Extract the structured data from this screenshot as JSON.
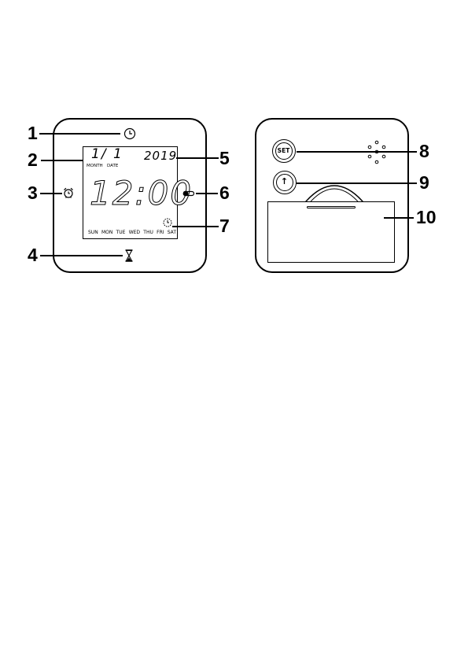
{
  "front": {
    "date_display": "1/ 1",
    "month_label": "MONTH",
    "date_label": "DATE",
    "year_display": "2019",
    "time_display": "12:00",
    "weekdays": [
      "SUN",
      "MON",
      "TUE",
      "WED",
      "THU",
      "FRI",
      "SAT"
    ]
  },
  "back": {
    "set_button_label": "SET",
    "up_button_symbol": "↑"
  },
  "callouts": [
    "1",
    "2",
    "3",
    "4",
    "5",
    "6",
    "7",
    "8",
    "9",
    "10"
  ],
  "icons": {
    "c1": "clock-icon",
    "c3": "alarm-clock-icon",
    "c4": "hourglass-icon",
    "c6": "thermometer-icon",
    "c7": "timer-clock-icon"
  }
}
